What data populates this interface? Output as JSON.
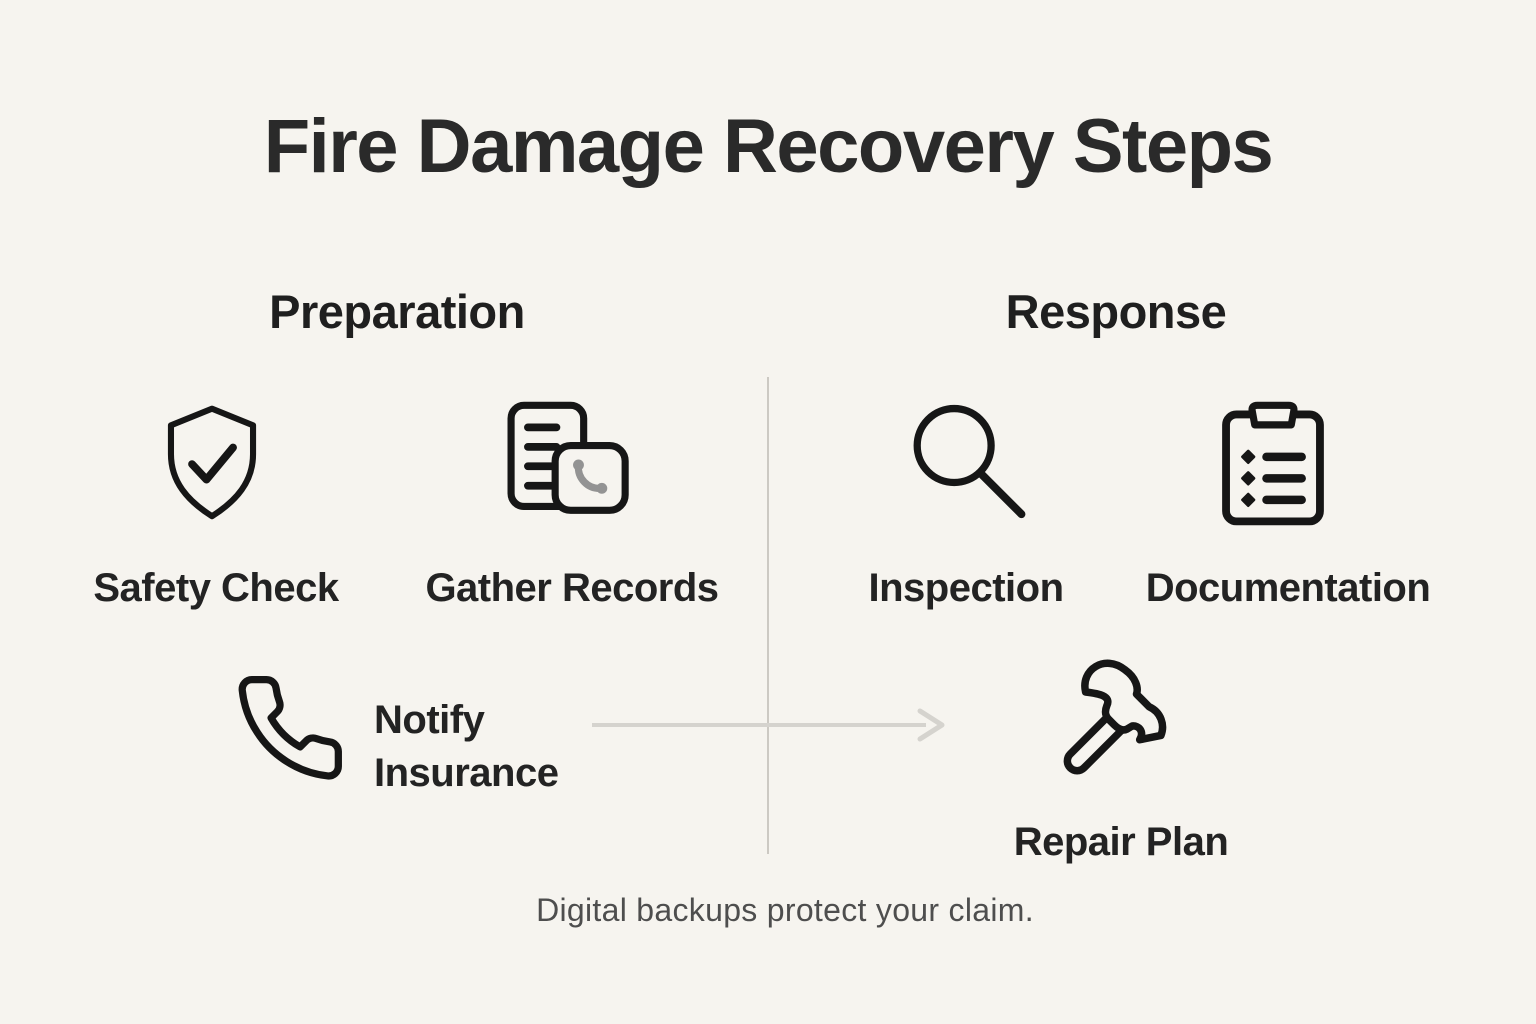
{
  "title": "Fire Damage Recovery Steps",
  "caption": "Digital backups protect your claim.",
  "columns": [
    {
      "heading": "Preparation",
      "items": [
        {
          "label": "Safety Check",
          "icon": "shield-check-icon"
        },
        {
          "label": "Gather Records",
          "icon": "documents-phone-icon"
        },
        {
          "label": "Notify Insurance",
          "icon": "phone-handset-icon"
        }
      ]
    },
    {
      "heading": "Response",
      "items": [
        {
          "label": "Inspection",
          "icon": "magnifier-icon"
        },
        {
          "label": "Documentation",
          "icon": "clipboard-checklist-icon"
        },
        {
          "label": "Repair Plan",
          "icon": "hammer-icon"
        }
      ]
    }
  ],
  "colors": {
    "background": "#f6f4ef",
    "title_text": "#2a2a2a",
    "label_text": "#232323",
    "caption_text": "#4e4e4e",
    "icon_stroke": "#161616",
    "icon_accent_gray": "#939393",
    "divider": "#ccc9c3",
    "arrow": "#d5d3ce"
  }
}
